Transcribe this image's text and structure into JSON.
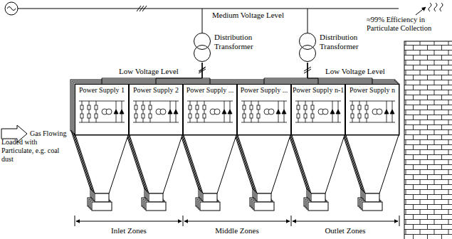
{
  "diagram": {
    "nodes": [
      {
        "text": [
          "Distribution Transformer"
        ]
      },
      {
        "text": [
          "Distribution Transformer"
        ]
      },
      {
        "text": [
          "Power Supply 1"
        ]
      },
      {
        "text": [
          "Power Supply 2"
        ]
      },
      {
        "text": [
          "Power Supply ..."
        ]
      },
      {
        "text": [
          "Power Supply ..."
        ]
      },
      {
        "text": [
          "Power Supply n-1"
        ]
      },
      {
        "text": [
          "Power Supply n"
        ]
      }
    ],
    "edges": [
      {
        "from": 0,
        "to": 2,
        "arrow": "none"
      },
      {
        "from": 0,
        "to": 3,
        "arrow": "none"
      },
      {
        "from": 0,
        "to": 4,
        "arrow": "none"
      },
      {
        "from": 1,
        "to": 5,
        "arrow": "none"
      },
      {
        "from": 1,
        "to": 6,
        "arrow": "none"
      },
      {
        "from": 1,
        "to": 7,
        "arrow": "none"
      }
    ],
    "labels": [
      "Medium Voltage Level",
      "≈99% Efficiency in Particulate Collection",
      "Low Voltage Level",
      "Low Voltage Level",
      "Gas Flowing Loaded with Particulate, e.g. coal dust",
      "Inlet Zones",
      "Middle Zones",
      "Outlet Zones"
    ]
  }
}
